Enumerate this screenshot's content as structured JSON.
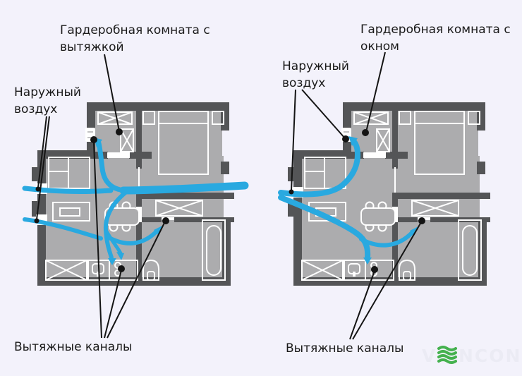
{
  "colors": {
    "bg": "#f3f2fb",
    "wall": "#545557",
    "room": "#acacae",
    "furniture": "#ffffff",
    "airflow": "#29a9e0",
    "callout": "#141414",
    "text": "#1a1a1a",
    "logo-text": "#ebebf4",
    "logo-accent": "#44b14e"
  },
  "left_diagram": {
    "title_line1": "Гардеробная комната с",
    "title_line2": "вытяжкой",
    "air_line1": "Наружный",
    "air_line2": "воздух",
    "exhaust_label": "Вытяжные каналы"
  },
  "right_diagram": {
    "title_line1": "Гардеробная комната с",
    "title_line2": "окном",
    "air_line1": "Наружный",
    "air_line2": "воздух",
    "exhaust_label": "Вытяжные каналы"
  },
  "logo": {
    "v": "V",
    "rest": "NCON"
  }
}
